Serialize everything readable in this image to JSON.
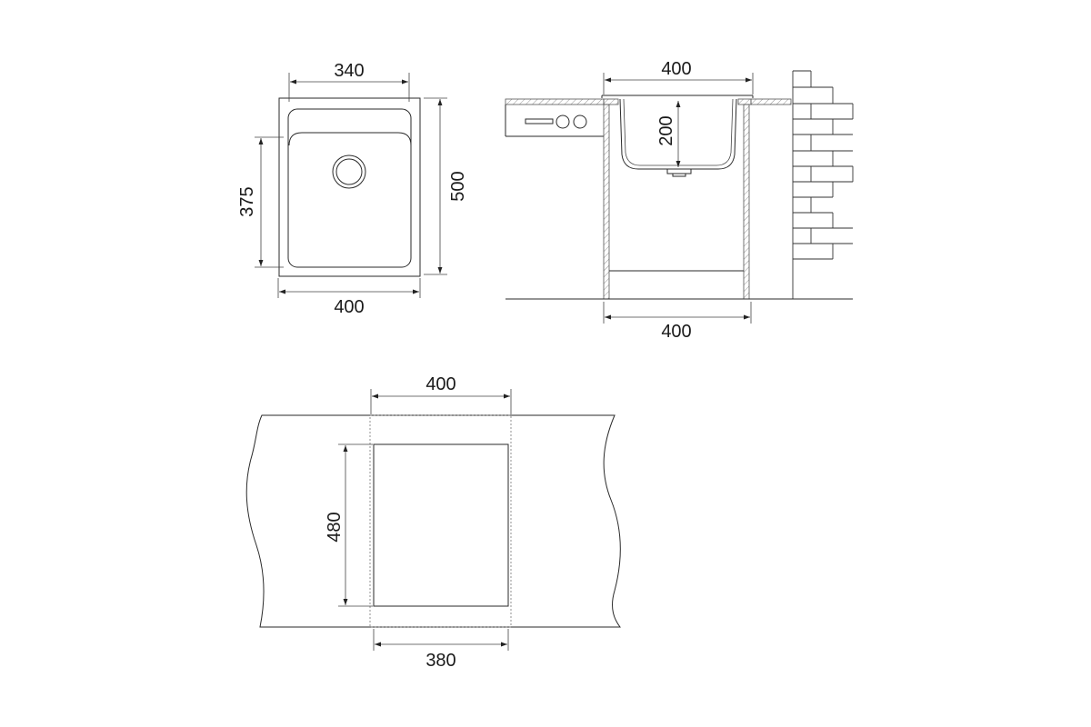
{
  "colors": {
    "line": "#2a2a2a",
    "text": "#1a1a1a",
    "background": "#ffffff"
  },
  "top_view": {
    "inner_width": "340",
    "inner_depth": "375",
    "overall_depth": "500",
    "overall_width": "400"
  },
  "side_view": {
    "overall_width": "400",
    "bowl_depth": "200",
    "cabinet_width": "400"
  },
  "cutout_view": {
    "outer_width": "400",
    "cutout_depth": "480",
    "cutout_width": "380"
  }
}
